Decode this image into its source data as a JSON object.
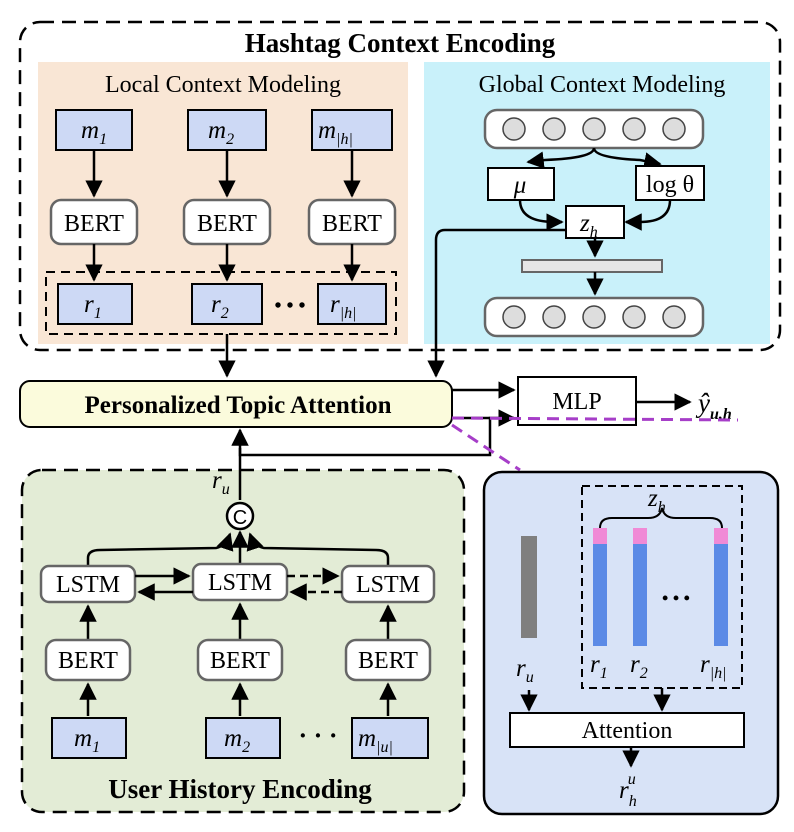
{
  "titles": {
    "hashtag_context": "Hashtag Context Encoding",
    "local_context": "Local Context Modeling",
    "global_context": "Global Context Modeling",
    "user_history": "User History Encoding"
  },
  "blocks": {
    "pta": "Personalized Topic Attention",
    "mlp": "MLP",
    "attention": "Attention",
    "bert": "BERT",
    "lstm": "LSTM",
    "concat": "C"
  },
  "symbols": {
    "m": "m",
    "r": "r",
    "mu": "μ",
    "log_theta": "log θ",
    "z": "z",
    "y_hat": "ŷ",
    "dots": "• • •",
    "dots_small": "· · ·"
  },
  "subscripts": {
    "one": "1",
    "two": "2",
    "abs_h": "|h|",
    "abs_u": "|u|",
    "h": "h",
    "u": "u",
    "uh": "u,h"
  },
  "colors": {
    "local_bg": "#f9e6d5",
    "global_bg": "#c9f1fa",
    "user_bg": "#e3ecd6",
    "attn_bg": "#d8e3f7",
    "pta_bg": "#fbfbdc",
    "input_box": "#cdd9f5",
    "bar_blue": "#5b8ae6",
    "bar_pink": "#f08ad6",
    "bar_gray": "#7f7f7f",
    "purple_dash": "#a63ec8"
  }
}
